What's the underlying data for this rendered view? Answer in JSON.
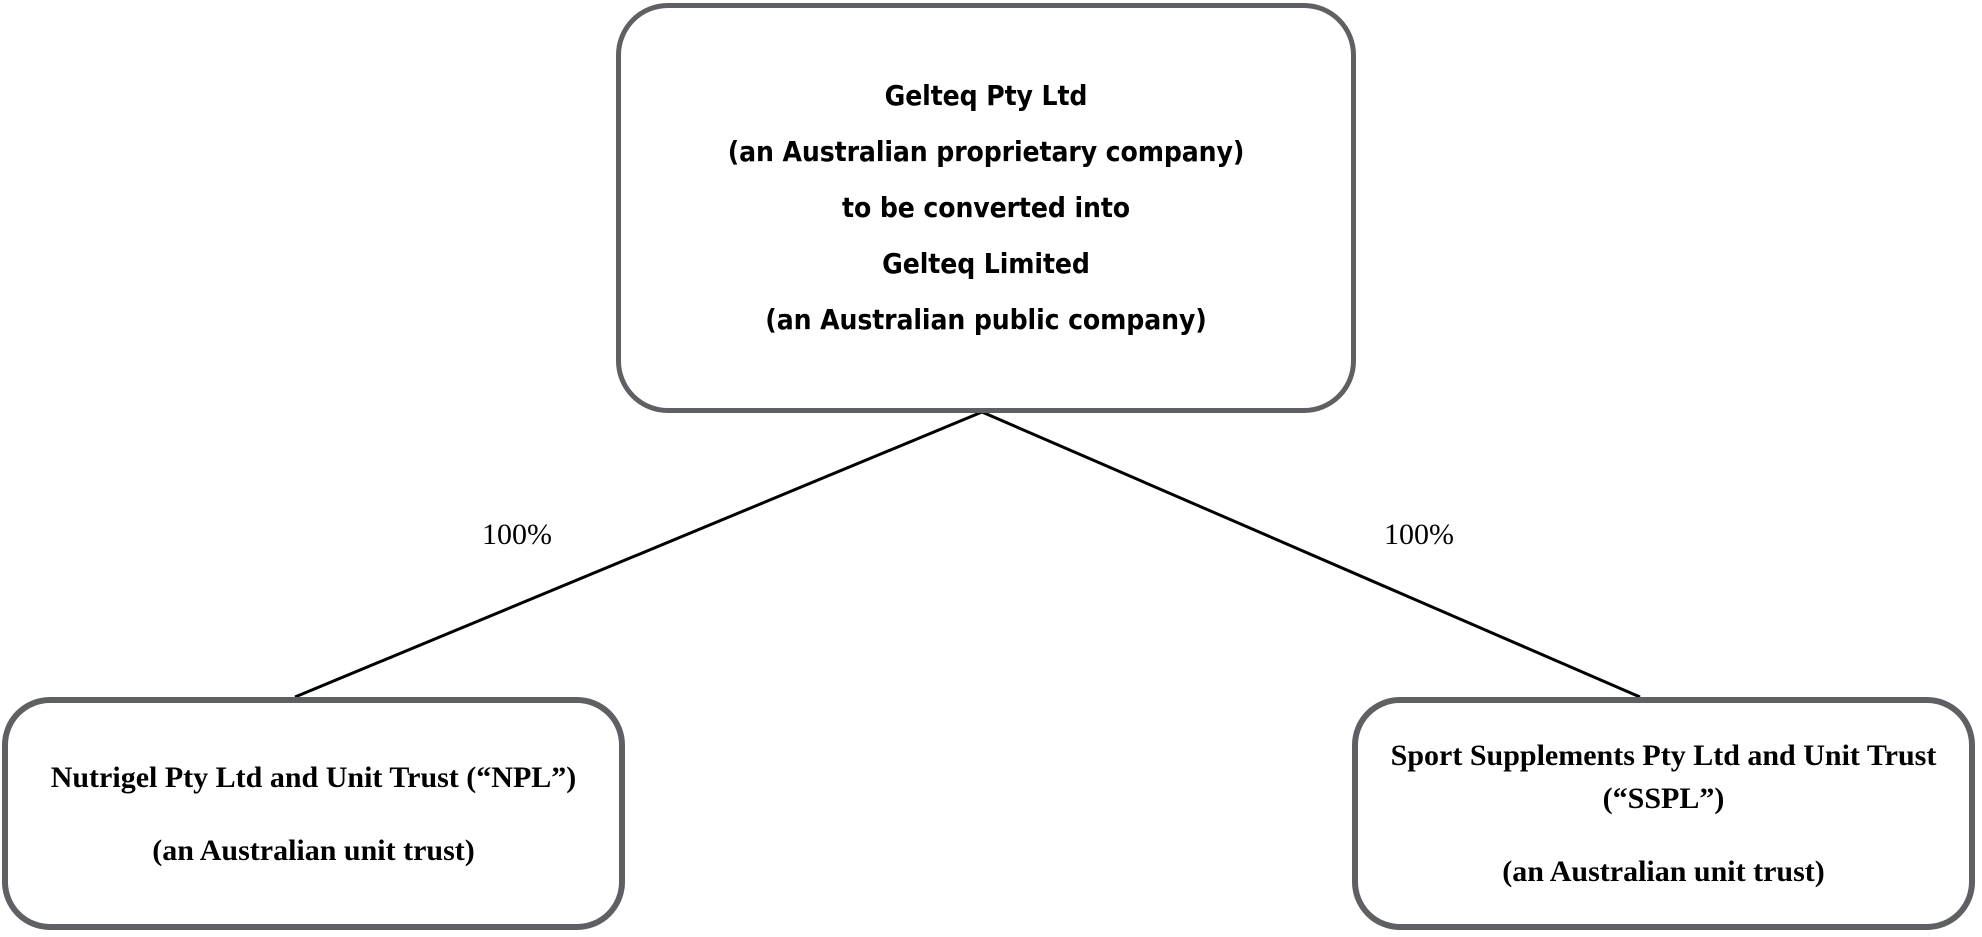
{
  "diagram": {
    "type": "org-structure-tree",
    "background_color": "#ffffff",
    "box_border_color": "#5f6063",
    "text_color": "#000000",
    "parent": {
      "id": "gelteq",
      "lines": [
        "Gelteq Pty Ltd",
        "(an Australian proprietary company)",
        "to be converted into",
        "Gelteq Limited",
        "(an Australian public company)"
      ]
    },
    "children": [
      {
        "id": "npl",
        "title": "Nutrigel Pty Ltd and Unit Trust (“NPL”)",
        "subtitle": "(an Australian unit trust)",
        "ownership": "100%"
      },
      {
        "id": "sspl",
        "title": "Sport Supplements Pty Ltd and Unit Trust (“SSPL”)",
        "subtitle": "(an Australian unit trust)",
        "ownership": "100%"
      }
    ],
    "edges": [
      {
        "from": "gelteq",
        "to": "npl",
        "label": "100%"
      },
      {
        "from": "gelteq",
        "to": "sspl",
        "label": "100%"
      }
    ]
  }
}
